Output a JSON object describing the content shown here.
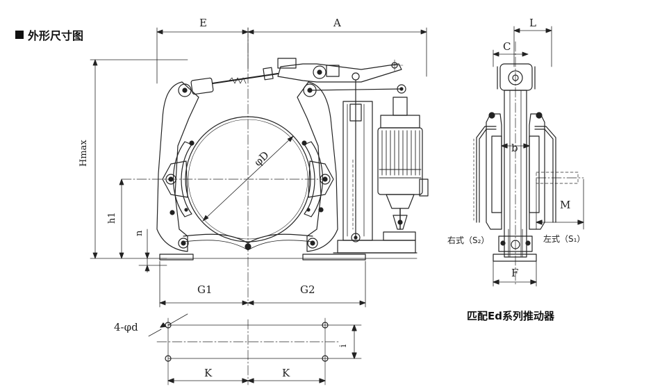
{
  "title": "外形尺寸图",
  "labels": {
    "E": "E",
    "A": "A",
    "L": "L",
    "C": "C",
    "b": "b",
    "M": "M",
    "F": "F",
    "Hmax": "Hmax",
    "h1": "h1",
    "n": "n",
    "phiD": "φD",
    "G1": "G1",
    "G2": "G2",
    "K1": "K",
    "K2": "K",
    "i": "i",
    "holes": "4-φd",
    "right_type": "右式（S₂）",
    "left_type": "左式（S₁）"
  },
  "caption": "匹配Ed系列推动器"
}
